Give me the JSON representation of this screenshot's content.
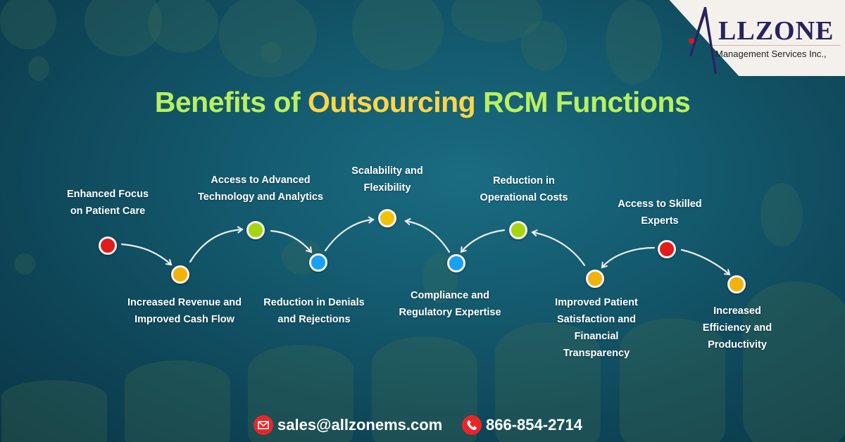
{
  "brand": {
    "name": "ALLZONE",
    "name_display": "LLZONE",
    "subtitle": "Management Services Inc.,"
  },
  "title": {
    "part1": "Benefits of ",
    "part2": "Outsourcing",
    "part3": " RCM Functions",
    "colors": {
      "green": "#b8f060",
      "yellow": "#fdd648"
    }
  },
  "steps": [
    {
      "label_line1": "Enhanced Focus",
      "label_line2": "on Patient Care",
      "node_color": "#e31b1b"
    },
    {
      "label_line1": "Increased Revenue and",
      "label_line2": "Improved Cash Flow",
      "node_color": "#f2b20a"
    },
    {
      "label_line1": "Access to Advanced",
      "label_line2": "Technology and Analytics",
      "node_color": "#a8d410"
    },
    {
      "label_line1": "Reduction in Denials",
      "label_line2": "and Rejections",
      "node_color": "#1aa0f0"
    },
    {
      "label_line1": "Scalability and",
      "label_line2": "Flexibility",
      "node_color": "#f2c20a"
    },
    {
      "label_line1": "Compliance and",
      "label_line2": "Regulatory Expertise",
      "node_color": "#1aa0f0"
    },
    {
      "label_line1": "Reduction in",
      "label_line2": "Operational Costs",
      "node_color": "#a8d410"
    },
    {
      "label_line1": "Improved Patient",
      "label_line2": "Satisfaction and",
      "label_line3": "Financial",
      "label_line4": "Transparency",
      "node_color": "#f2b20a"
    },
    {
      "label_line1": "Access to Skilled",
      "label_line2": "Experts",
      "node_color": "#e31b1b"
    },
    {
      "label_line1": "Increased",
      "label_line2": "Efficiency and",
      "label_line3": "Productivity",
      "node_color": "#f2b20a"
    }
  ],
  "contact": {
    "email": "sales@allzonems.com",
    "phone": "866-854-2714",
    "email_icon": "envelope-icon",
    "phone_icon": "phone-icon",
    "icon_color": "#e8262a"
  }
}
